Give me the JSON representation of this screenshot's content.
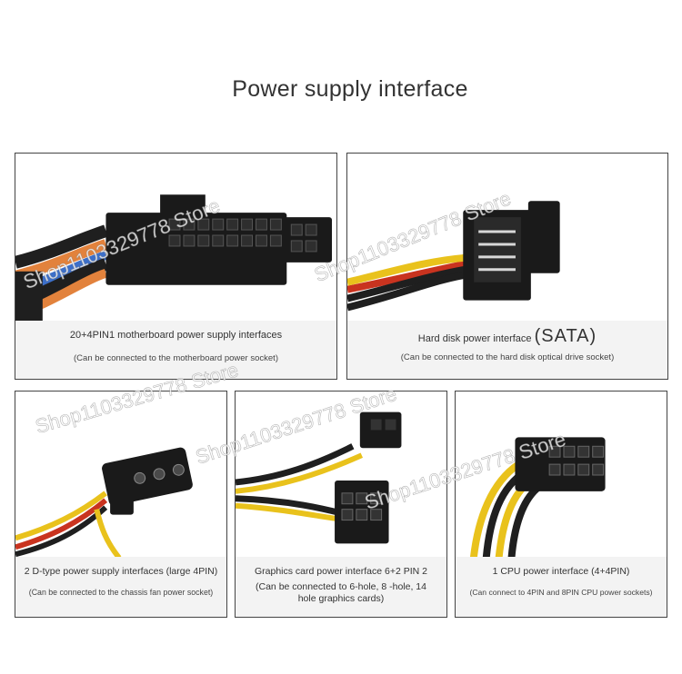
{
  "title": "Power supply interface",
  "watermark": "Shop1103329778 Store",
  "panels": [
    {
      "main": "20+4PIN1 motherboard power supply interfaces",
      "sub": "(Can be connected to the motherboard power socket)"
    },
    {
      "main": "Hard disk power interface",
      "main_suffix": "(SATA)",
      "sub": "(Can be connected to the hard disk optical drive socket)"
    },
    {
      "main": "2 D-type power supply interfaces (large 4PIN)",
      "sub": "(Can be connected to the chassis fan power socket)"
    },
    {
      "main": "Graphics card power interface 6+2 PIN 2",
      "sub": "(Can be connected to 6-hole, 8 -hole, 14 hole graphics cards)"
    },
    {
      "main": "1 CPU power interface (4+4PIN)",
      "sub": "(Can connect to 4PIN and 8PIN CPU power sockets)"
    }
  ],
  "colors": {
    "connector": "#1a1a1a",
    "wire_yellow": "#e9c21c",
    "wire_black": "#1f1f1f",
    "wire_red": "#c9331f",
    "wire_orange": "#e2823c",
    "wire_blue": "#3c6fc9",
    "caption_bg": "#f3f3f3"
  }
}
